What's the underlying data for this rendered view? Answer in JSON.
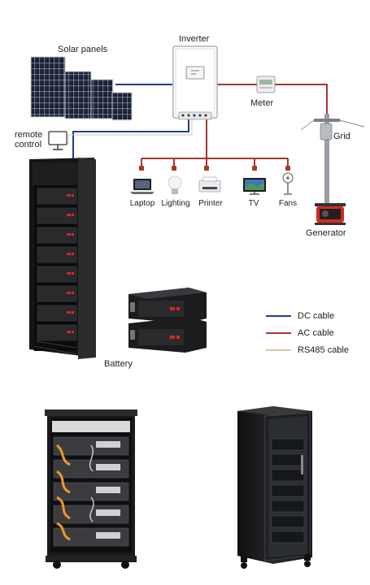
{
  "labels": {
    "solar_panels": "Solar panels",
    "inverter": "Inverter",
    "meter": "Meter",
    "grid": "Grid",
    "remote_control_line1": "remote",
    "remote_control_line2": "control",
    "generator": "Generator",
    "battery": "Battery"
  },
  "loads": [
    "Laptop",
    "Lighting",
    "Printer",
    "TV",
    "Fans"
  ],
  "legend": [
    {
      "label": "DC cable",
      "color": "#1f3b9a"
    },
    {
      "label": "AC cable",
      "color": "#a6392b"
    },
    {
      "label": "RS485 cable",
      "color": "#d9c9a0"
    }
  ],
  "colors": {
    "dc_cable": "#1f3b9a",
    "ac_cable": "#a6392b",
    "rs485_cable": "#d9c9a0",
    "rack_dark": "#1c1c1e",
    "module_face": "#2a2a2c",
    "module_led": "#d8242b",
    "cable_orange": "#f0952b"
  },
  "icons": [
    "solar-panel-icon",
    "inverter-icon",
    "meter-icon",
    "utility-pole-icon",
    "monitor-icon",
    "generator-icon",
    "laptop-icon",
    "bulb-icon",
    "printer-icon",
    "tv-icon",
    "fan-icon",
    "plug-icon"
  ]
}
